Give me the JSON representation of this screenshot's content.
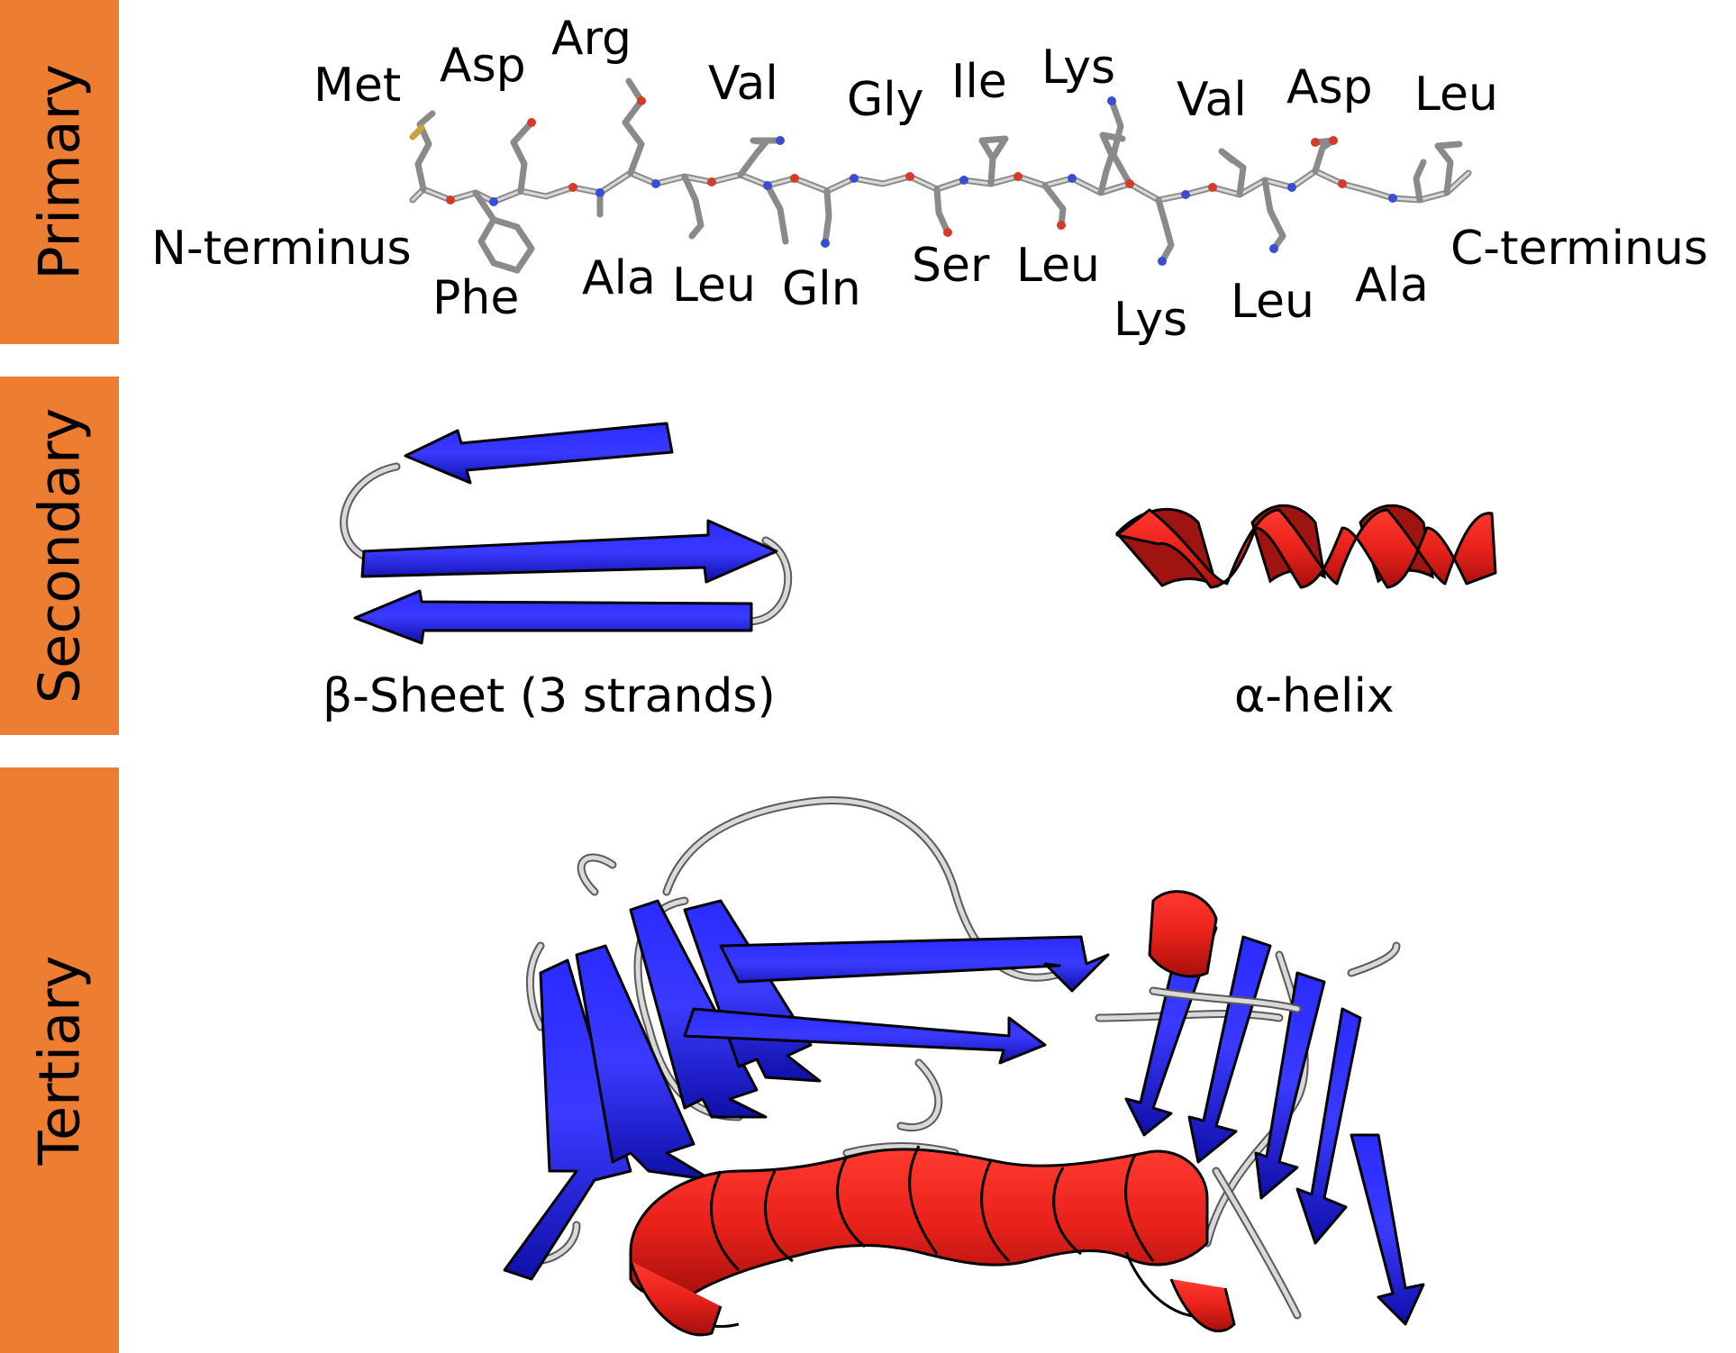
{
  "levels": [
    {
      "id": "primary",
      "label": "Primary"
    },
    {
      "id": "secondary",
      "label": "Secondary"
    },
    {
      "id": "tertiary",
      "label": "Tertiary"
    }
  ],
  "primary": {
    "n_terminus": "N-terminus",
    "c_terminus": "C-terminus",
    "residues_top": [
      "Met",
      "Asp",
      "Arg",
      "Val",
      "Gly",
      "Ile",
      "Lys",
      "Val",
      "Asp",
      "Leu"
    ],
    "residues_bottom": [
      "Phe",
      "Ala",
      "Leu",
      "Gln",
      "Ser",
      "Leu",
      "Lys",
      "Leu",
      "Ala"
    ]
  },
  "secondary": {
    "sheet_caption": "β-Sheet (3 strands)",
    "helix_caption": "α-helix"
  },
  "colors": {
    "band": "#ed7d31",
    "strand": "#1f1fd6",
    "helix": "#e0201b",
    "coil": "#d9d9d9"
  }
}
